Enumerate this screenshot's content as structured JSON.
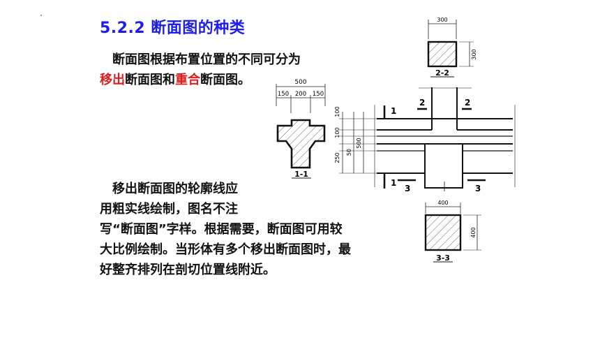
{
  "title": "5.2.2  断面图的种类",
  "intro": {
    "line1": "断面图根据布置位置的不同可分为",
    "removed": "移出",
    "mid1": "断面图和",
    "coincident": "重合",
    "end1": "断面图。"
  },
  "body": {
    "l1": "移出断面图的轮廓线应",
    "l2": "用粗实线绘制，图名不注",
    "l3": "写“断面图”字样。根据需要，断面图可用较",
    "l4": "大比例绘制。当形体有多个移出断面图时，最",
    "l5": "好整齐排列在剖切位置线附近。"
  },
  "drawing": {
    "cross_section": {
      "total": "500",
      "parts": [
        "150",
        "200",
        "150"
      ],
      "label": "1-1"
    },
    "section_2": {
      "width": "300",
      "height": "300",
      "label": "2-2"
    },
    "section_3": {
      "width": "400",
      "height": "400",
      "label": "3-3"
    },
    "elevation": {
      "dims": [
        "100",
        "100",
        "250",
        "50",
        "500"
      ],
      "marks": [
        "1",
        "1",
        "2",
        "2",
        "3",
        "3"
      ]
    }
  }
}
